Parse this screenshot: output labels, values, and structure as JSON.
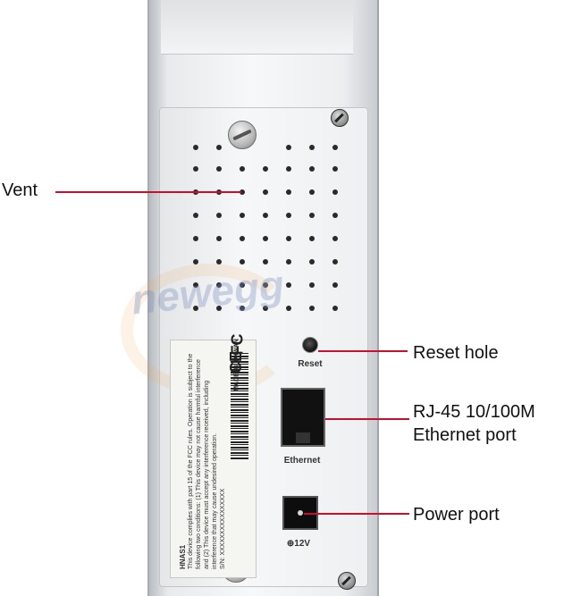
{
  "callouts": {
    "vent": "Vent",
    "reset": "Reset hole",
    "rj45_line1": "RJ-45 10/100M",
    "rj45_line2": "Ethernet port",
    "power": "Power port"
  },
  "device": {
    "reset_caption": "Reset",
    "ethernet_caption": "Ethernet",
    "power_caption": "⊕12V",
    "sticker_title": "HNAS1",
    "sticker_text": "This device complies with part 15 of the FCC rules. Operation is subject to the following two conditions: (1) This device may not cause harmful interference and (2) This device must accept any interference received, including interference that may cause undesired operation.",
    "sticker_sn": "S/N: XXXXXXXXXXXXXXXX",
    "cert_ce": "CE",
    "cert_fc": "FC",
    "made_in": "MADE IN TAIWAN",
    "watermark": "newegg"
  },
  "colors": {
    "callout_line": "#c8102e",
    "device_body": "#eceef0"
  }
}
